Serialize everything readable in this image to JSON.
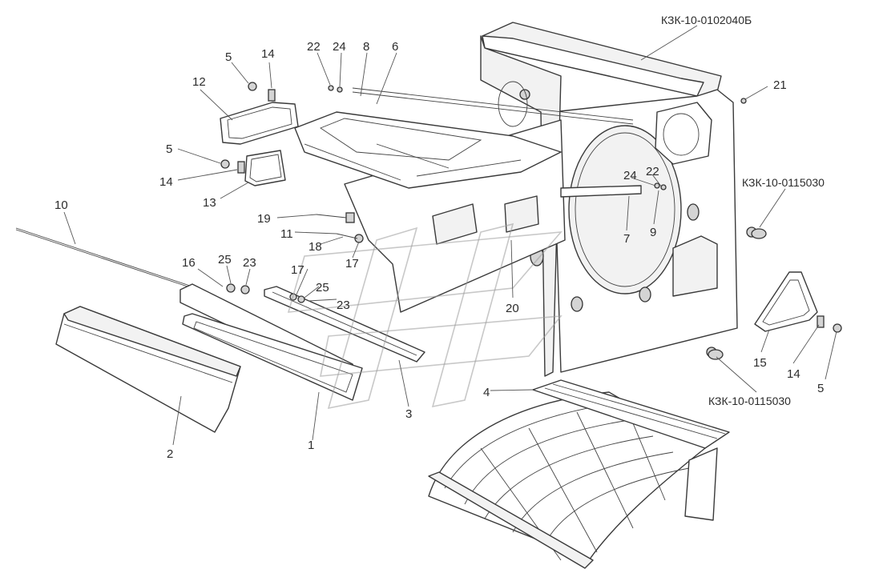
{
  "part_codes": {
    "assembly_main": "КЗК-10-0102040Б",
    "part_upper": "КЗК-10-0115030",
    "part_lower": "КЗК-10-0115030"
  },
  "callouts": {
    "c1": "1",
    "c2": "2",
    "c3": "3",
    "c4": "4",
    "c5a": "5",
    "c5b": "5",
    "c5c": "5",
    "c6": "6",
    "c7": "7",
    "c8": "8",
    "c9": "9",
    "c10": "10",
    "c11": "11",
    "c12": "12",
    "c13": "13",
    "c14a": "14",
    "c14b": "14",
    "c14c": "14",
    "c15": "15",
    "c16": "16",
    "c17a": "17",
    "c17b": "17",
    "c18": "18",
    "c19": "19",
    "c20": "20",
    "c21": "21",
    "c22a": "22",
    "c22b": "22",
    "c23a": "23",
    "c23b": "23",
    "c24a": "24",
    "c24b": "24",
    "c25a": "25",
    "c25b": "25"
  },
  "colors": {
    "line": "#3a3a3a",
    "watermark": "#9a9a9a",
    "background": "#ffffff"
  }
}
